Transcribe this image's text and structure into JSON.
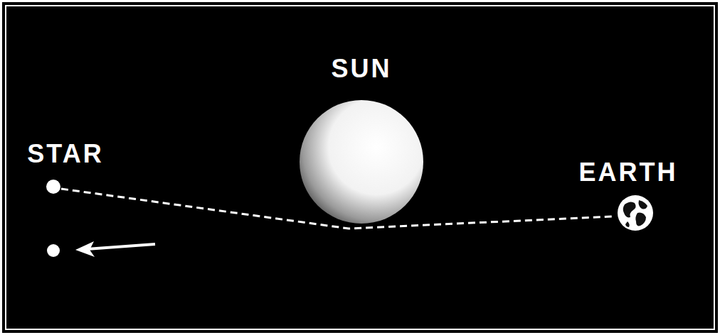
{
  "diagram": {
    "labels": [
      "SUN",
      "STAR",
      "EARTH"
    ]
  }
}
